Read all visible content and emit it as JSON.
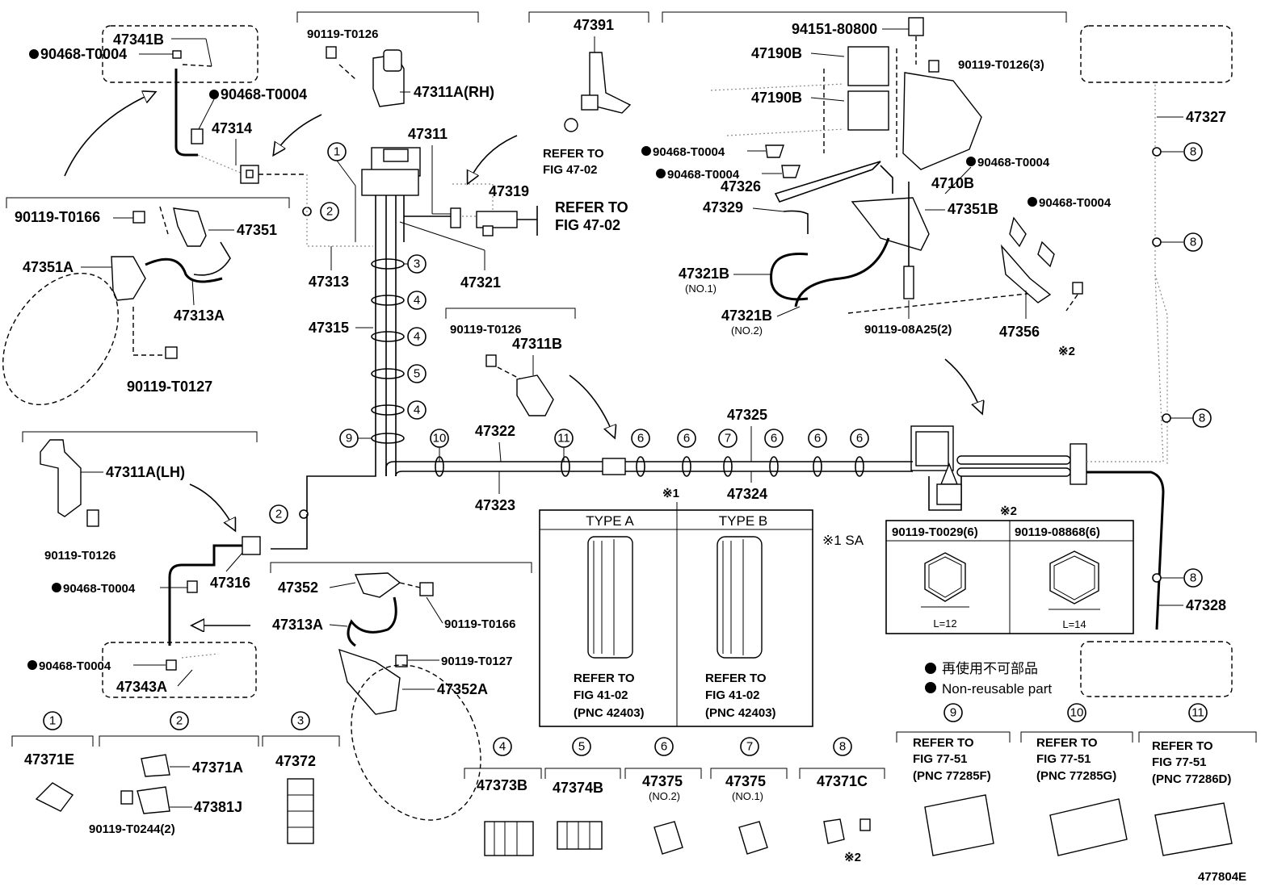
{
  "labels": {
    "p47341B": "47341B",
    "p90468_a": "90468-T0004",
    "p90468_b": "90468-T0004",
    "p47314": "47314",
    "p90119_T0166_a": "90119-T0166",
    "p47351": "47351",
    "p47351A": "47351A",
    "p47313A_a": "47313A",
    "p90119_T0127_a": "90119-T0127",
    "p90119_T0126_a": "90119-T0126",
    "p47311A_RH": "47311A(RH)",
    "p47311": "47311",
    "p47313": "47313",
    "p47315": "47315",
    "p47319": "47319",
    "p47321": "47321",
    "p47391": "47391",
    "refer_47_02_a": "REFER TO",
    "refer_47_02_a2": "FIG 47-02",
    "refer_47_02_b": "REFER TO",
    "refer_47_02_b2": "FIG 47-02",
    "p94151": "94151-80800",
    "p47190B_a": "47190B",
    "p47190B_b": "47190B",
    "p90119_T0126_3": "90119-T0126(3)",
    "p90468_c": "90468-T0004",
    "p90468_d": "90468-T0004",
    "p4710B": "4710B",
    "p90468_e": "90468-T0004",
    "p47326": "47326",
    "p47329": "47329",
    "p47351B": "47351B",
    "p90468_f": "90468-T0004",
    "p47321B_1": "47321B",
    "no1": "(NO.1)",
    "p47321B_2": "47321B",
    "no2": "(NO.2)",
    "p90119_08A25": "90119-08A25(2)",
    "p47356": "47356",
    "mark2_a": "※2",
    "p47327": "47327",
    "p90119_T0126_b": "90119-T0126",
    "p47311B": "47311B",
    "p47325": "47325",
    "p47322": "47322",
    "p47323": "47323",
    "p47324": "47324",
    "mark1": "※1",
    "typeA": "TYPE A",
    "typeB": "TYPE B",
    "referA1": "REFER TO",
    "referA2": "FIG 41-02",
    "referA3": "(PNC 42403)",
    "referB1": "REFER TO",
    "referB2": "FIG 41-02",
    "referB3": "(PNC 42403)",
    "mark1SA": "※1 SA",
    "mark2_b": "※2",
    "bolt1": "90119-T0029(6)",
    "bolt2": "90119-08868(6)",
    "L12": "L=12",
    "L14": "L=14",
    "p47328": "47328",
    "p47311A_LH": "47311A(LH)",
    "p90119_T0126_c": "90119-T0126",
    "p47316": "47316",
    "p90468_g": "90468-T0004",
    "p90468_h": "90468-T0004",
    "p47343A": "47343A",
    "p47352": "47352",
    "p90119_T0166_b": "90119-T0166",
    "p47313A_b": "47313A",
    "p90119_T0127_b": "90119-T0127",
    "p47352A": "47352A",
    "legend_jp": "再使用不可部品",
    "legend_en": "Non-reusable part",
    "p47371E": "47371E",
    "p47371A": "47371A",
    "p47381J": "47381J",
    "p90119_T0244": "90119-T0244(2)",
    "p47372": "47372",
    "p47373B": "47373B",
    "p47374B": "47374B",
    "p47375_2": "47375",
    "no2_b": "(NO.2)",
    "p47375_1": "47375",
    "no1_b": "(NO.1)",
    "p47371C": "47371C",
    "mark2_c": "※2",
    "ref9_1": "REFER TO",
    "ref9_2": "FIG 77-51",
    "ref9_3": "(PNC 77285F)",
    "ref10_1": "REFER TO",
    "ref10_2": "FIG 77-51",
    "ref10_3": "(PNC 77285G)",
    "ref11_1": "REFER TO",
    "ref11_2": "FIG 77-51",
    "ref11_3": "(PNC 77286D)",
    "figure_id": "477804E"
  },
  "callouts": {
    "c1": "1",
    "c2": "2",
    "c3": "3",
    "c4": "4",
    "c5": "5",
    "c6": "6",
    "c7": "7",
    "c8": "8",
    "c9": "9",
    "c10": "10",
    "c11": "11"
  }
}
